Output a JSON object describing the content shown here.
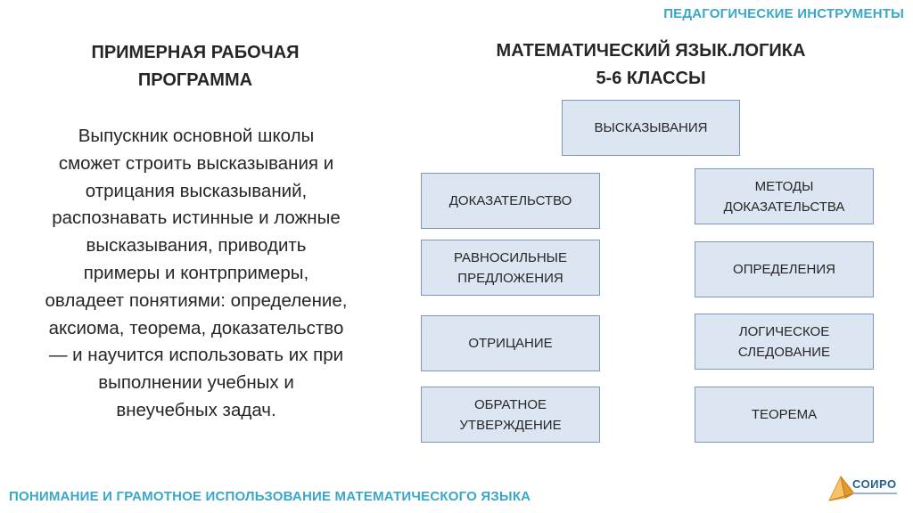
{
  "header": {
    "tag": "ПЕДАГОГИЧЕСКИЕ ИНСТРУМЕНТЫ"
  },
  "left": {
    "title_line1": "ПРИМЕРНАЯ РАБОЧАЯ",
    "title_line2": "ПРОГРАММА",
    "text_lines": [
      "Выпускник основной школы",
      "сможет строить высказывания и",
      "отрицания высказываний,",
      "распознавать истинные и ложные",
      "высказывания, приводить",
      "примеры и контрпримеры,",
      "овладеет понятиями: определение,",
      "аксиома, теорема, доказательство",
      "— и научится использовать их при",
      "выполнении учебных и",
      "внеучебных задач."
    ]
  },
  "right": {
    "title_line1": "МАТЕМАТИЧЕСКИЙ ЯЗЫК.ЛОГИКА",
    "title_line2": "5-6 КЛАССЫ"
  },
  "diagram": {
    "root": "ВЫСКАЗЫВАНИЯ",
    "left_column": [
      {
        "line1": "ДОКАЗАТЕЛЬСТВО",
        "line2": ""
      },
      {
        "line1": "РАВНОСИЛЬНЫЕ",
        "line2": "ПРЕДЛОЖЕНИЯ"
      },
      {
        "line1": "ОТРИЦАНИЕ",
        "line2": ""
      },
      {
        "line1": "ОБРАТНОЕ",
        "line2": "УТВЕРЖДЕНИЕ"
      }
    ],
    "right_column": [
      {
        "line1": "МЕТОДЫ",
        "line2": "ДОКАЗАТЕЛЬСТВА"
      },
      {
        "line1": "ОПРЕДЕЛЕНИЯ",
        "line2": ""
      },
      {
        "line1": "ЛОГИЧЕСКОЕ",
        "line2": "СЛЕДОВАНИЕ"
      },
      {
        "line1": "ТЕОРЕМА",
        "line2": ""
      }
    ]
  },
  "footer": {
    "text": "ПОНИМАНИЕ И ГРАМОТНОЕ ИСПОЛЬЗОВАНИЕ МАТЕМАТИЧЕСКОГО ЯЗЫКА",
    "logo_text": "СОИРО"
  },
  "colors": {
    "accent": "#3aa6c8",
    "box_fill": "#dce6f2",
    "box_border": "#7f98b8",
    "text": "#262626"
  }
}
